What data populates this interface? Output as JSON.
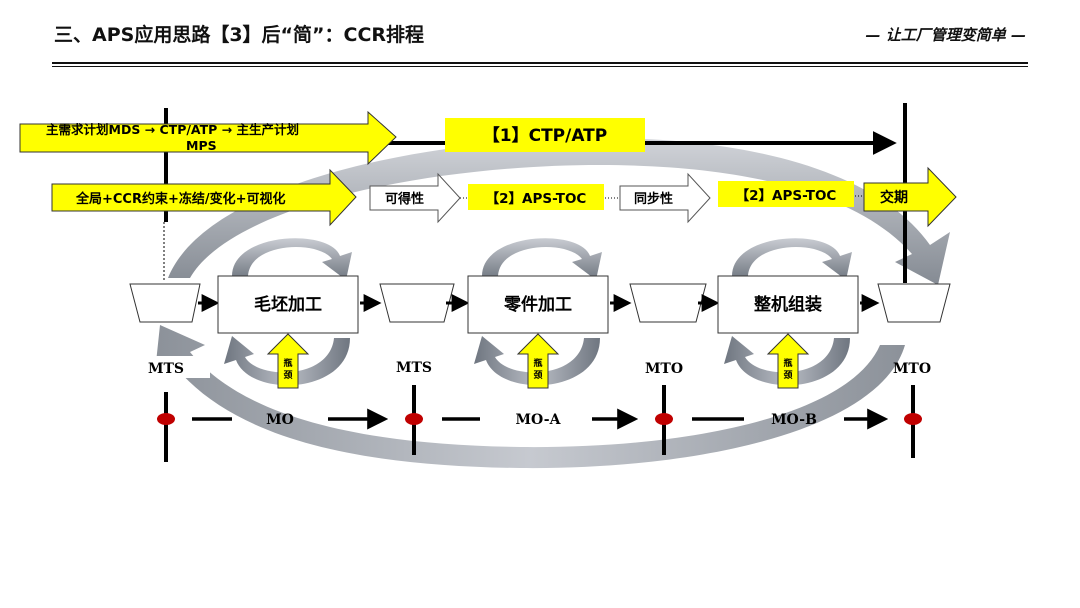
{
  "header": {
    "title": "三、APS应用思路【3】后“简”：CCR排程",
    "slogan": "— 让工厂管理变简单 —"
  },
  "top_arrows": {
    "mds_line1": "主需求计划MDS → CTP/ATP → 主生产计划",
    "mds_line2": "MPS",
    "ccr": "全局+CCR约束+冻结/变化+可视化"
  },
  "labels": {
    "ctp": "【1】CTP/ATP",
    "availability": "可得性",
    "aps_toc_1": "【2】APS-TOC",
    "sync": "同步性",
    "aps_toc_2": "【2】APS-TOC",
    "delivery": "交期"
  },
  "processes": [
    {
      "name": "毛坯加工"
    },
    {
      "name": "零件加工"
    },
    {
      "name": "整机组装"
    }
  ],
  "bottleneck": {
    "line1": "瓶",
    "line2": "颈"
  },
  "strategies": [
    "MTS",
    "MTS",
    "MTO",
    "MTO"
  ],
  "orders": [
    "MO",
    "MO-A",
    "MO-B"
  ],
  "colors": {
    "highlight": "#ffff00",
    "curve": "#8a909a",
    "line": "#000000",
    "node": "#c00000"
  }
}
